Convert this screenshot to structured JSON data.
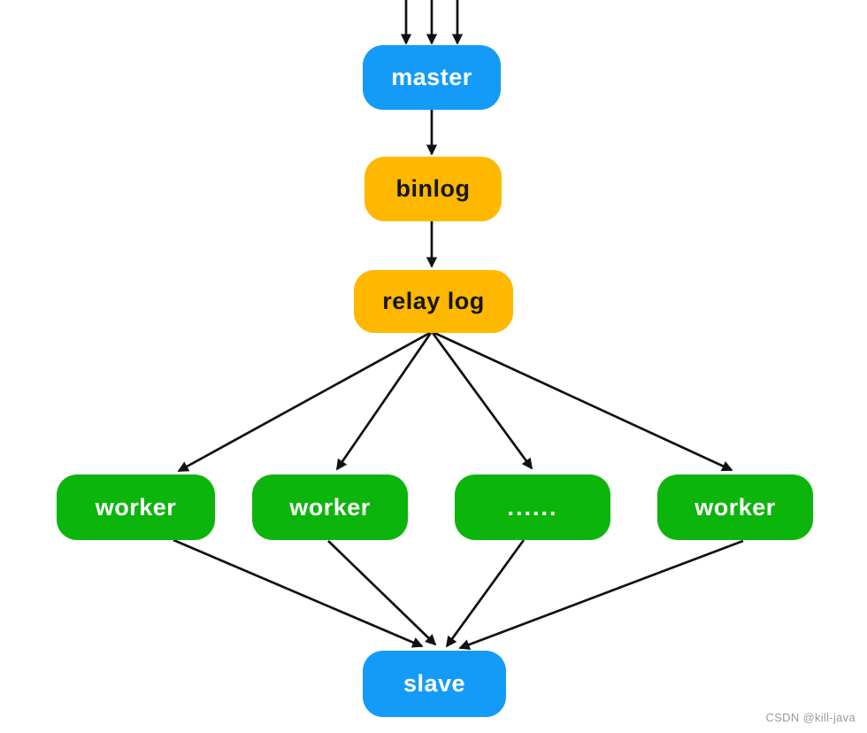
{
  "diagram": {
    "type": "flowchart",
    "nodes": [
      {
        "id": "master",
        "label": "master",
        "fill": "#149BF7",
        "text_color": "#FFFFFF"
      },
      {
        "id": "binlog",
        "label": "binlog",
        "fill": "#FFB800",
        "text_color": "#161616"
      },
      {
        "id": "relay-log",
        "label": "relay log",
        "fill": "#FFB800",
        "text_color": "#161616"
      },
      {
        "id": "worker-1",
        "label": "worker",
        "fill": "#0CB50C",
        "text_color": "#FFFFFF"
      },
      {
        "id": "worker-2",
        "label": "worker",
        "fill": "#0CB50C",
        "text_color": "#FFFFFF"
      },
      {
        "id": "worker-ellipsis",
        "label": "......",
        "fill": "#0CB50C",
        "text_color": "#FFFFFF"
      },
      {
        "id": "worker-4",
        "label": "worker",
        "fill": "#0CB50C",
        "text_color": "#FFFFFF"
      },
      {
        "id": "slave",
        "label": "slave",
        "fill": "#149BF7",
        "text_color": "#FFFFFF"
      }
    ],
    "edges": [
      {
        "from": "offscreen-top-1",
        "to": "master"
      },
      {
        "from": "offscreen-top-2",
        "to": "master"
      },
      {
        "from": "offscreen-top-3",
        "to": "master"
      },
      {
        "from": "master",
        "to": "binlog"
      },
      {
        "from": "binlog",
        "to": "relay-log"
      },
      {
        "from": "relay-log",
        "to": "worker-1"
      },
      {
        "from": "relay-log",
        "to": "worker-2"
      },
      {
        "from": "relay-log",
        "to": "worker-ellipsis"
      },
      {
        "from": "relay-log",
        "to": "worker-4"
      },
      {
        "from": "worker-1",
        "to": "slave"
      },
      {
        "from": "worker-2",
        "to": "slave"
      },
      {
        "from": "worker-ellipsis",
        "to": "slave"
      },
      {
        "from": "worker-4",
        "to": "slave"
      }
    ],
    "edge_color": "#111111",
    "watermark": "CSDN @kill-java"
  }
}
